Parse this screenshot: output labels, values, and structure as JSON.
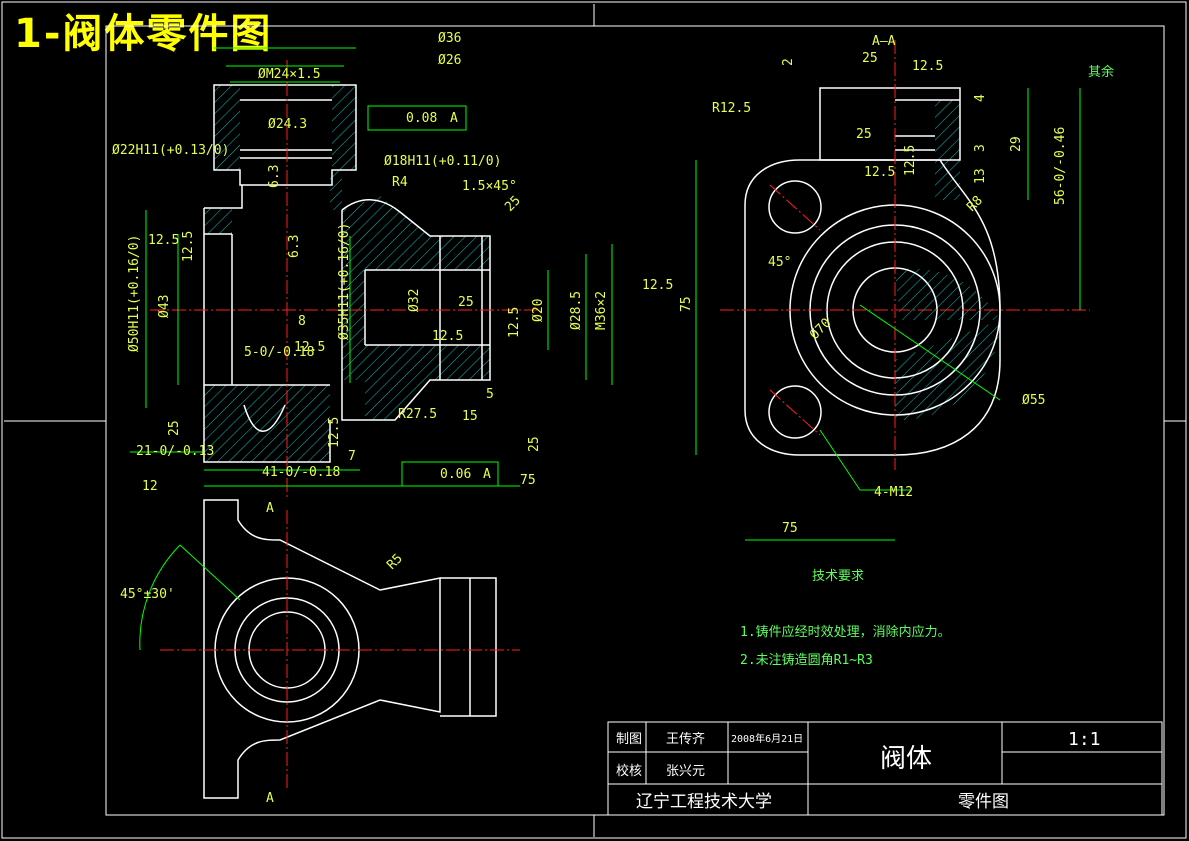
{
  "heading": "1-阀体零件图",
  "colors": {
    "background": "#000000",
    "outline": "#ffffff",
    "dimension": "#00ff00",
    "centerline": "#ff2020",
    "hatch": "#00c0c0",
    "heading": "#ffff00"
  },
  "front_view": {
    "dims": [
      "Ø36",
      "Ø26",
      "ØM24×1.5",
      "Ø24.3",
      "Ø22H11(+0.13/0)",
      "Ø18H11(+0.11/0)",
      "0.08",
      "A",
      "R4",
      "1.5×45°",
      "25",
      "12.5",
      "12.5",
      "Ø50H11(+0.16/0)",
      "Ø43",
      "6.3",
      "6.3",
      "Ø35H11(+0.16/0)",
      "Ø32",
      "25",
      "12.5",
      "12.5",
      "Ø20",
      "Ø28.5",
      "M36×2",
      "12.5",
      "8",
      "12.5",
      "5-0/-0.18",
      "25",
      "R27.5",
      "15",
      "5",
      "21-0/-0.13",
      "12.5",
      "7",
      "0.06",
      "A",
      "25",
      "41-0/-0.18",
      "12",
      "75"
    ]
  },
  "side_view": {
    "dims": [
      "A—A",
      "R12.5",
      "2",
      "25",
      "12.5",
      "4",
      "25",
      "3",
      "29",
      "12.5",
      "12.5",
      "13",
      "56-0/-0.46",
      "R8",
      "45°",
      "75",
      "Ø70",
      "Ø55",
      "4-M12",
      "75"
    ],
    "roughness_note": "其余"
  },
  "top_view": {
    "dims": [
      "A",
      "R5",
      "45°±30'",
      "A"
    ]
  },
  "tech": {
    "title": "技术要求",
    "items": [
      "1.铸件应经时效处理，消除内应力。",
      "2.未注铸造圆角R1~R3"
    ]
  },
  "title_block": {
    "drawn_label": "制图",
    "drawn_name": "王传齐",
    "date": "2008年6月21日",
    "checked_label": "校核",
    "checked_name": "张兴元",
    "part_name": "阀体",
    "scale": "1:1",
    "school": "辽宁工程技术大学",
    "drawing_type": "零件图"
  }
}
